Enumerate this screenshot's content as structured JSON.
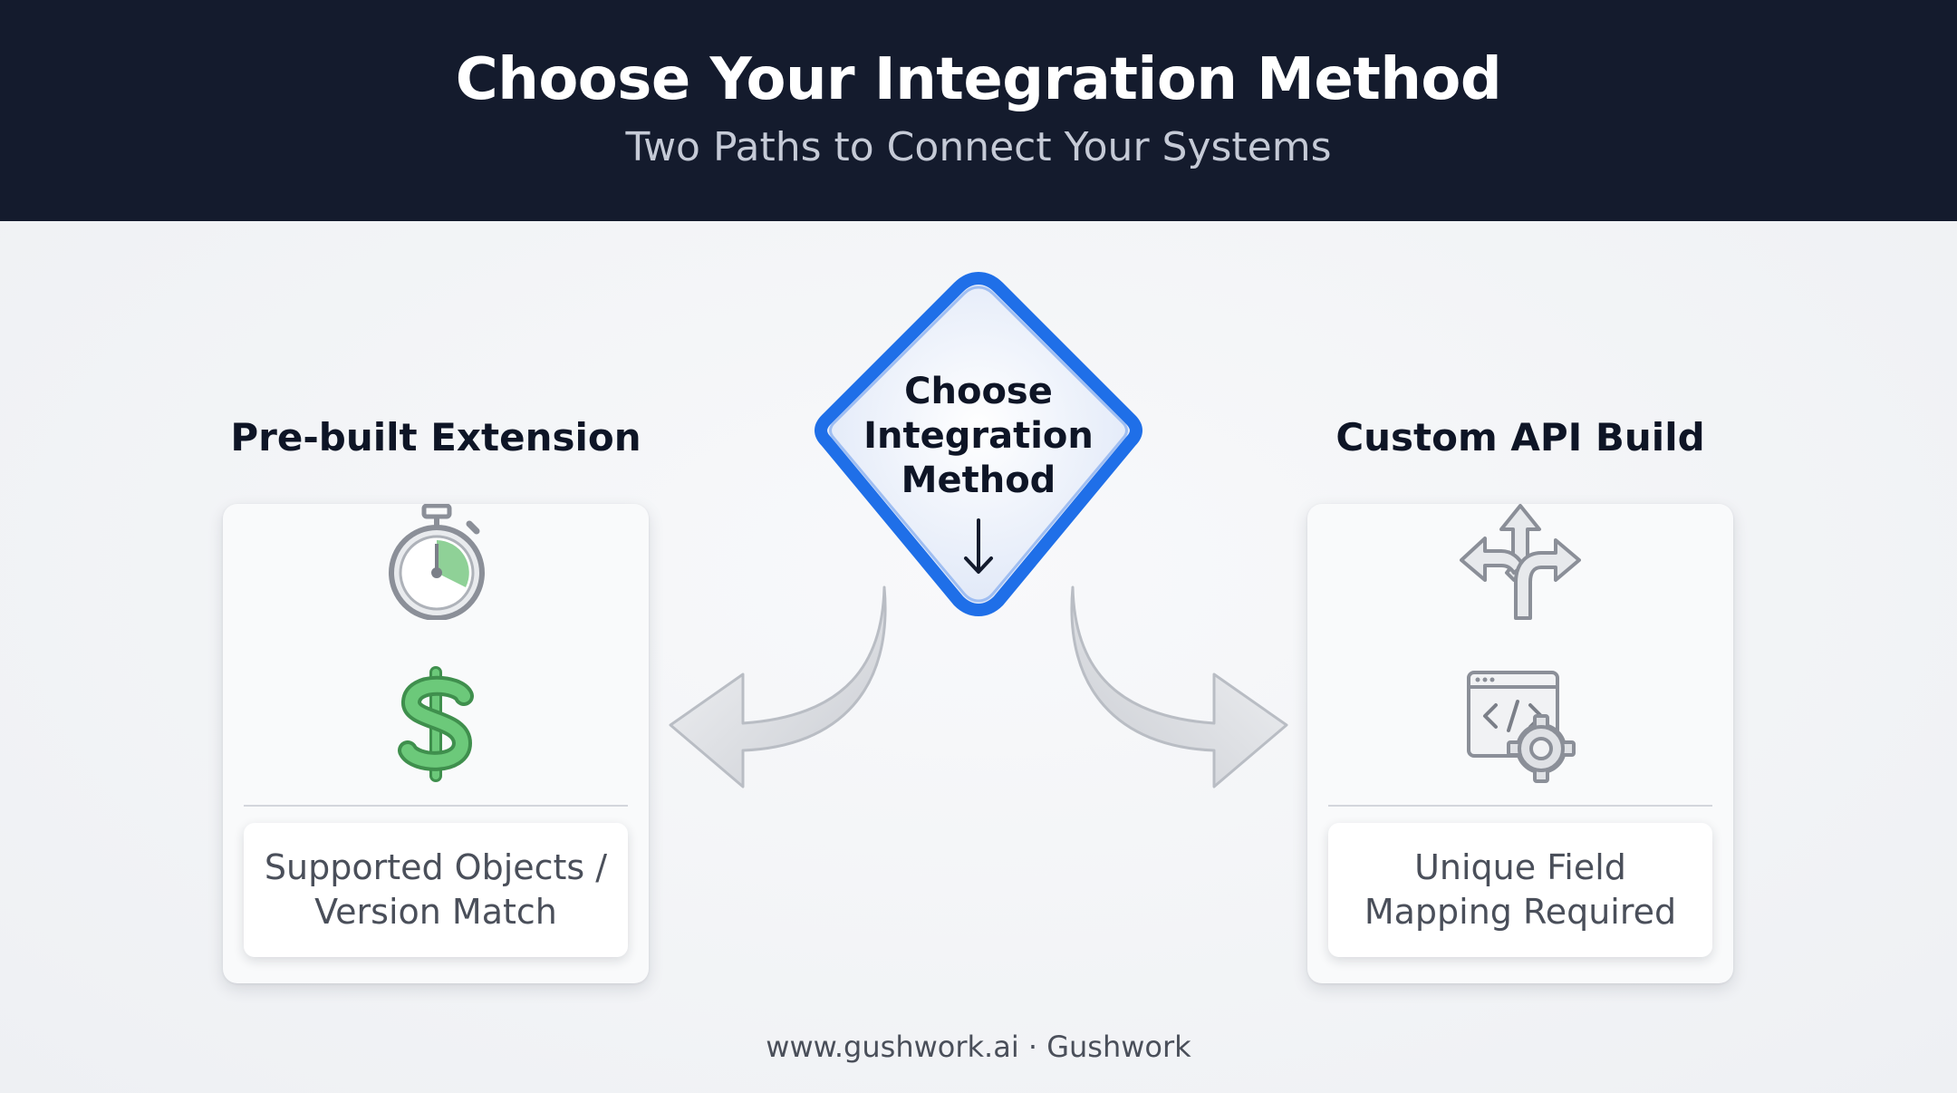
{
  "header": {
    "title": "Choose Your Integration Method",
    "subtitle": "Two Paths to Connect Your Systems"
  },
  "decision": {
    "label": "Choose Integration Method",
    "line1": "Choose",
    "line2": "Integration",
    "line3": "Method",
    "icon": "arrow-down-icon"
  },
  "left_option": {
    "title": "Pre-built Extension",
    "icons": [
      "stopwatch-icon",
      "dollar-icon"
    ],
    "note": "Supported Objects / Version Match"
  },
  "right_option": {
    "title": "Custom API Build",
    "icons": [
      "split-path-icon",
      "code-settings-icon"
    ],
    "note": "Unique Field Mapping Required"
  },
  "footer": {
    "text": "www.gushwork.ai · Gushwork"
  },
  "colors": {
    "header_bg": "#141b2d",
    "accent_blue": "#1f6fe8",
    "money_green": "#6cc97a"
  }
}
